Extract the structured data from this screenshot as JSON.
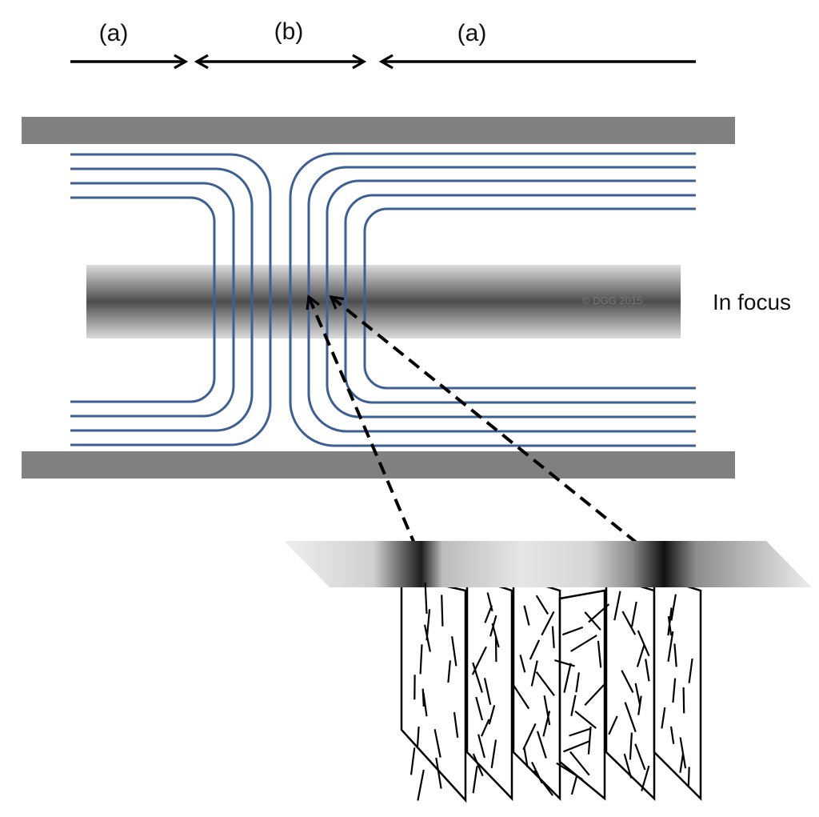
{
  "labels": {
    "region_a_left": "(a)",
    "region_b": "(b)",
    "region_a_right": "(a)",
    "in_focus": "In focus",
    "watermark": "© DGG 2015"
  },
  "colors": {
    "lamellae": "#3d5f93",
    "walls": "#808080",
    "arrows": "#000000",
    "focus_band_dark": "#4d4d4d",
    "focus_band_light": "#dcdcdc"
  }
}
